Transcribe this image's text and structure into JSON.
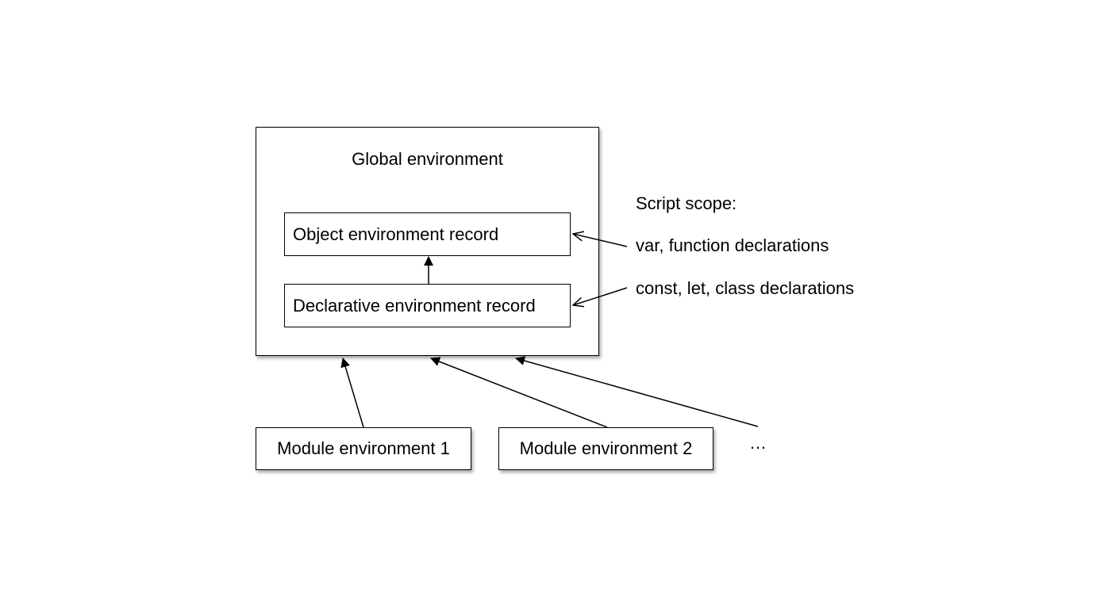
{
  "global_environment": {
    "title": "Global environment",
    "object_record": "Object environment record",
    "declarative_record": "Declarative environment record"
  },
  "script_scope": {
    "title": "Script scope:",
    "var_label": "var, function declarations",
    "const_label": "const, let, class declarations"
  },
  "modules": {
    "module1": "Module environment 1",
    "module2": "Module environment 2",
    "more": "…"
  }
}
